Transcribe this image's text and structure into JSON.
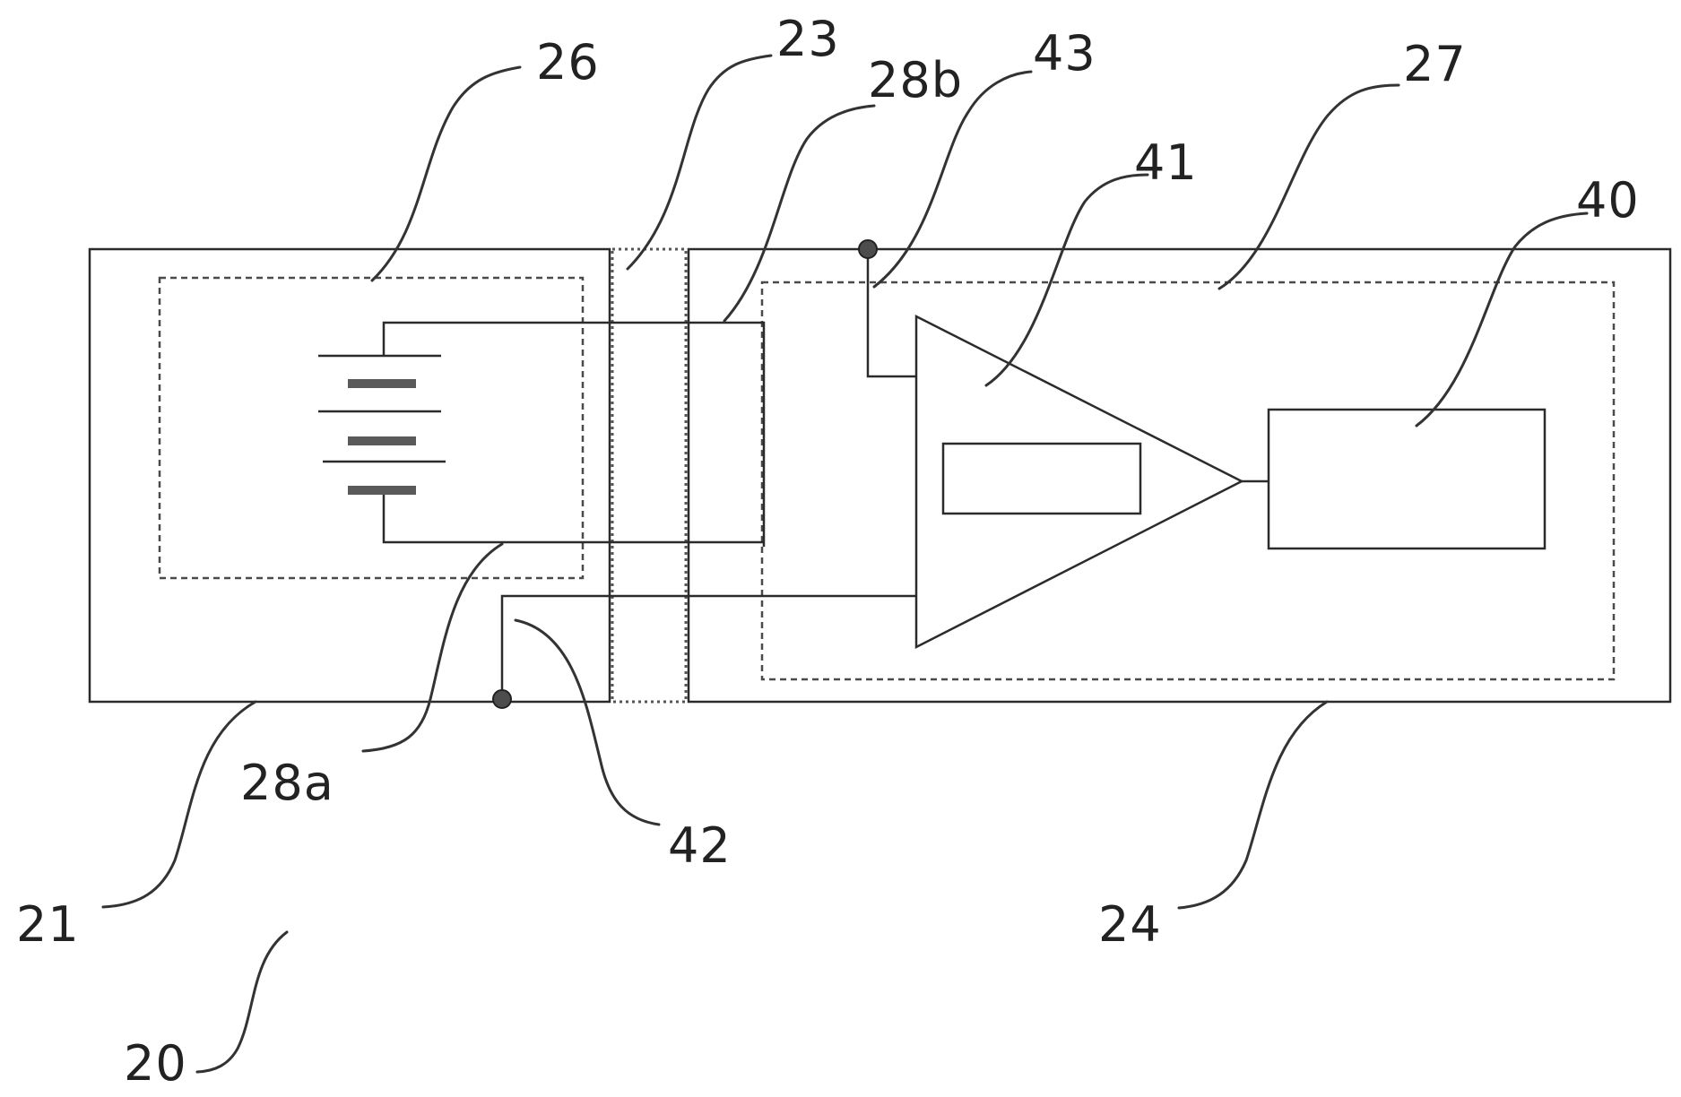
{
  "figure": {
    "labels": {
      "housing_part_left": "21",
      "housing_part_right": "24",
      "device": "20",
      "interface": "23",
      "battery_module": "26",
      "electronics_module": "27",
      "conductor_a": "28a",
      "conductor_b": "28b",
      "load": "40",
      "amplifier": "41",
      "contact_bottom": "42",
      "contact_top": "43"
    },
    "colors": {
      "line": "#2b2b2b",
      "node_fill": "#4d4d4d",
      "background": "#ffffff"
    }
  }
}
